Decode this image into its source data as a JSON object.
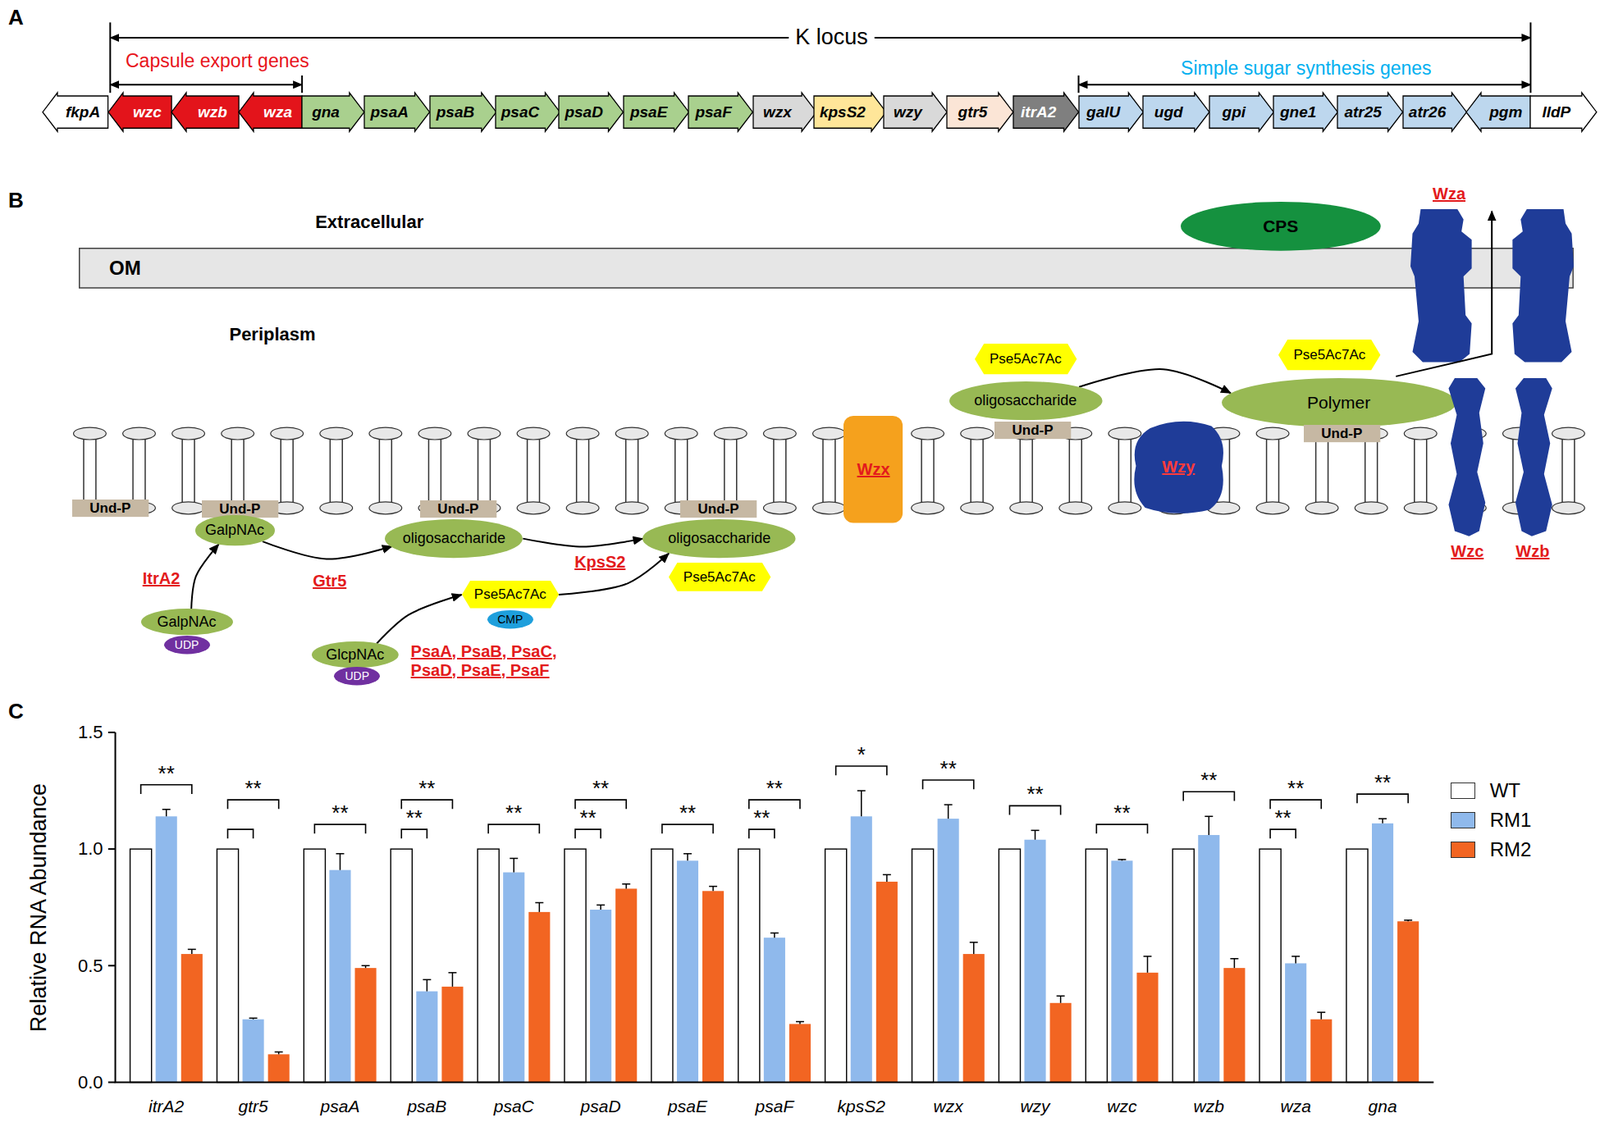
{
  "diagram": {
    "nodes": [
      {
        "text": [
          "fkpA"
        ]
      },
      {
        "text": [
          "wzc"
        ]
      },
      {
        "text": [
          "wzb"
        ]
      },
      {
        "text": [
          "wza"
        ]
      },
      {
        "text": [
          "gna"
        ]
      },
      {
        "text": [
          "psaA"
        ]
      },
      {
        "text": [
          "psaB"
        ]
      },
      {
        "text": [
          "psaC"
        ]
      },
      {
        "text": [
          "psaD"
        ]
      },
      {
        "text": [
          "psaE"
        ]
      },
      {
        "text": [
          "psaF"
        ]
      },
      {
        "text": [
          "wzx"
        ]
      },
      {
        "text": [
          "kpsS2"
        ]
      },
      {
        "text": [
          "wzy"
        ]
      },
      {
        "text": [
          "gtr5"
        ]
      },
      {
        "text": [
          "itrA2"
        ]
      },
      {
        "text": [
          "galU"
        ]
      },
      {
        "text": [
          "ugd"
        ]
      },
      {
        "text": [
          "gpi"
        ]
      },
      {
        "text": [
          "gne1"
        ]
      },
      {
        "text": [
          "atr25"
        ]
      },
      {
        "text": [
          "atr26"
        ]
      },
      {
        "text": [
          "pgm"
        ]
      },
      {
        "text": [
          "lldP"
        ]
      },
      {
        "text": [
          "OM"
        ]
      },
      {
        "text": [
          "CPS"
        ]
      },
      {
        "text": [
          "Wza"
        ]
      },
      {
        "text": [
          "Pse5Ac7Ac"
        ]
      },
      {
        "text": [
          "Pse5Ac7Ac"
        ]
      },
      {
        "text": [
          "oligosaccharide"
        ]
      },
      {
        "text": [
          "Polymer"
        ]
      },
      {
        "text": [
          "Und-P"
        ]
      },
      {
        "text": [
          "Und-P"
        ]
      },
      {
        "text": [
          "Und-P"
        ]
      },
      {
        "text": [
          "Und-P"
        ]
      },
      {
        "text": [
          "Und-P"
        ]
      },
      {
        "text": [
          "Und-P"
        ]
      },
      {
        "text": [
          "Wzx"
        ]
      },
      {
        "text": [
          "Wzy"
        ]
      },
      {
        "text": [
          "Wzc"
        ]
      },
      {
        "text": [
          "Wzb"
        ]
      },
      {
        "text": [
          "GalpNAc"
        ]
      },
      {
        "text": [
          "oligosaccharide"
        ]
      },
      {
        "text": [
          "oligosaccharide"
        ]
      },
      {
        "text": [
          "Pse5Ac7Ac"
        ]
      },
      {
        "text": [
          "Pse5Ac7Ac"
        ]
      },
      {
        "text": [
          "CMP"
        ]
      },
      {
        "text": [
          "GalpNAc"
        ]
      },
      {
        "text": [
          "UDP"
        ]
      },
      {
        "text": [
          "GlcpNAc"
        ]
      },
      {
        "text": [
          "UDP"
        ]
      }
    ],
    "edges": [
      {
        "from": 47,
        "to": 41,
        "arrow": "to",
        "label": "ItrA2"
      },
      {
        "from": 41,
        "to": 42,
        "arrow": "to",
        "label": "Gtr5"
      },
      {
        "from": 49,
        "to": 45,
        "arrow": "to",
        "label": "PsaA, PsaB, PsaC, PsaD, PsaE, PsaF"
      },
      {
        "from": 42,
        "to": 43,
        "arrow": "to"
      },
      {
        "from": 45,
        "to": 43,
        "arrow": "to",
        "label": "KpsS2"
      },
      {
        "from": 29,
        "to": 30,
        "arrow": "to"
      }
    ],
    "labels": [
      "A",
      "K locus",
      "Capsule export genes",
      "Simple sugar synthesis genes",
      "B",
      "Extracellular",
      "Periplasm",
      "C",
      "Relative RNA Abundance",
      "1.5",
      "1.0",
      "0.5",
      "0.0",
      "itrA2",
      "gtr5",
      "psaA",
      "psaB",
      "psaC",
      "psaD",
      "psaE",
      "psaF",
      "kpsS2",
      "wzx",
      "wzy",
      "wzc",
      "wzb",
      "wza",
      "gna",
      "**",
      "**",
      "**",
      "**",
      "**",
      "**",
      "**",
      "**",
      "**",
      "**",
      "**",
      "*",
      "**",
      "**",
      "**",
      "**",
      "**",
      "**",
      "**"
    ],
    "legend": [
      {
        "text": "WT",
        "color": "#ffffff"
      },
      {
        "text": "RM1",
        "color": "#8fb9ec"
      },
      {
        "text": "RM2",
        "color": "#f26522"
      }
    ]
  }
}
